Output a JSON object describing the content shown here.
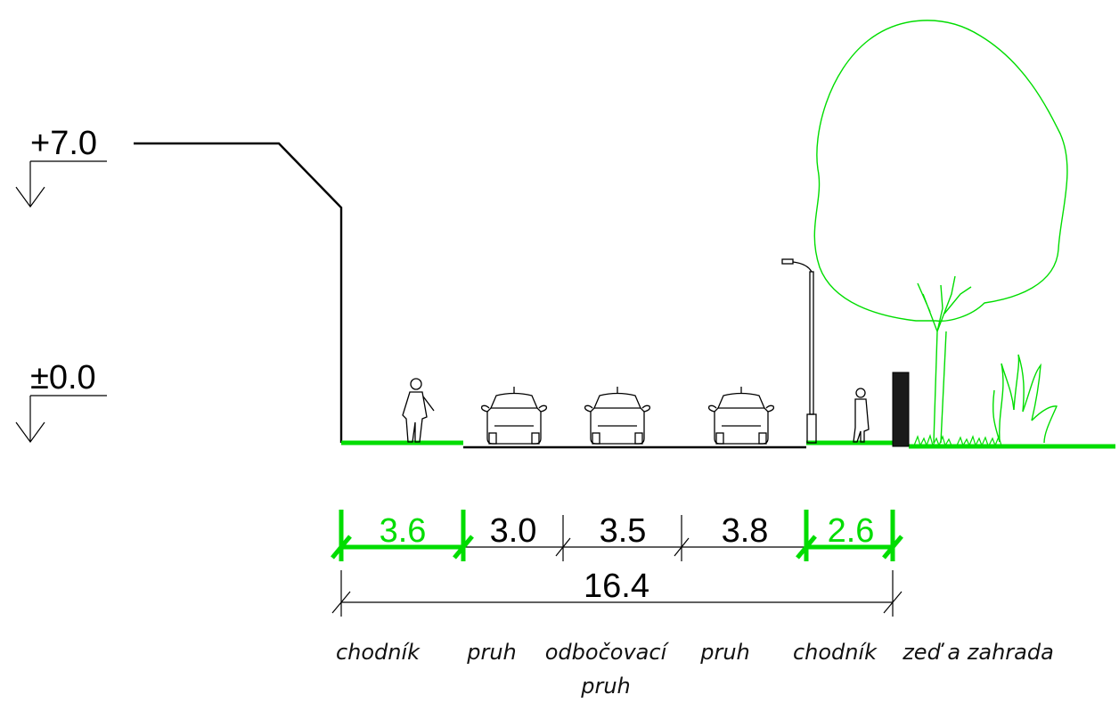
{
  "levels": {
    "top": "+7.0",
    "ground": "±0.0"
  },
  "dimensions": {
    "segments": [
      "3.6",
      "3.0",
      "3.5",
      "3.8",
      "2.6"
    ],
    "total": "16.4"
  },
  "zones": {
    "z1": "chodník",
    "z2": "pruh",
    "z3_line1": "odbočovací",
    "z3_line2": "pruh",
    "z4": "pruh",
    "z5": "chodník",
    "z6": "zeď a zahrada"
  },
  "colors": {
    "green": "#00dd00",
    "black": "#000000"
  }
}
